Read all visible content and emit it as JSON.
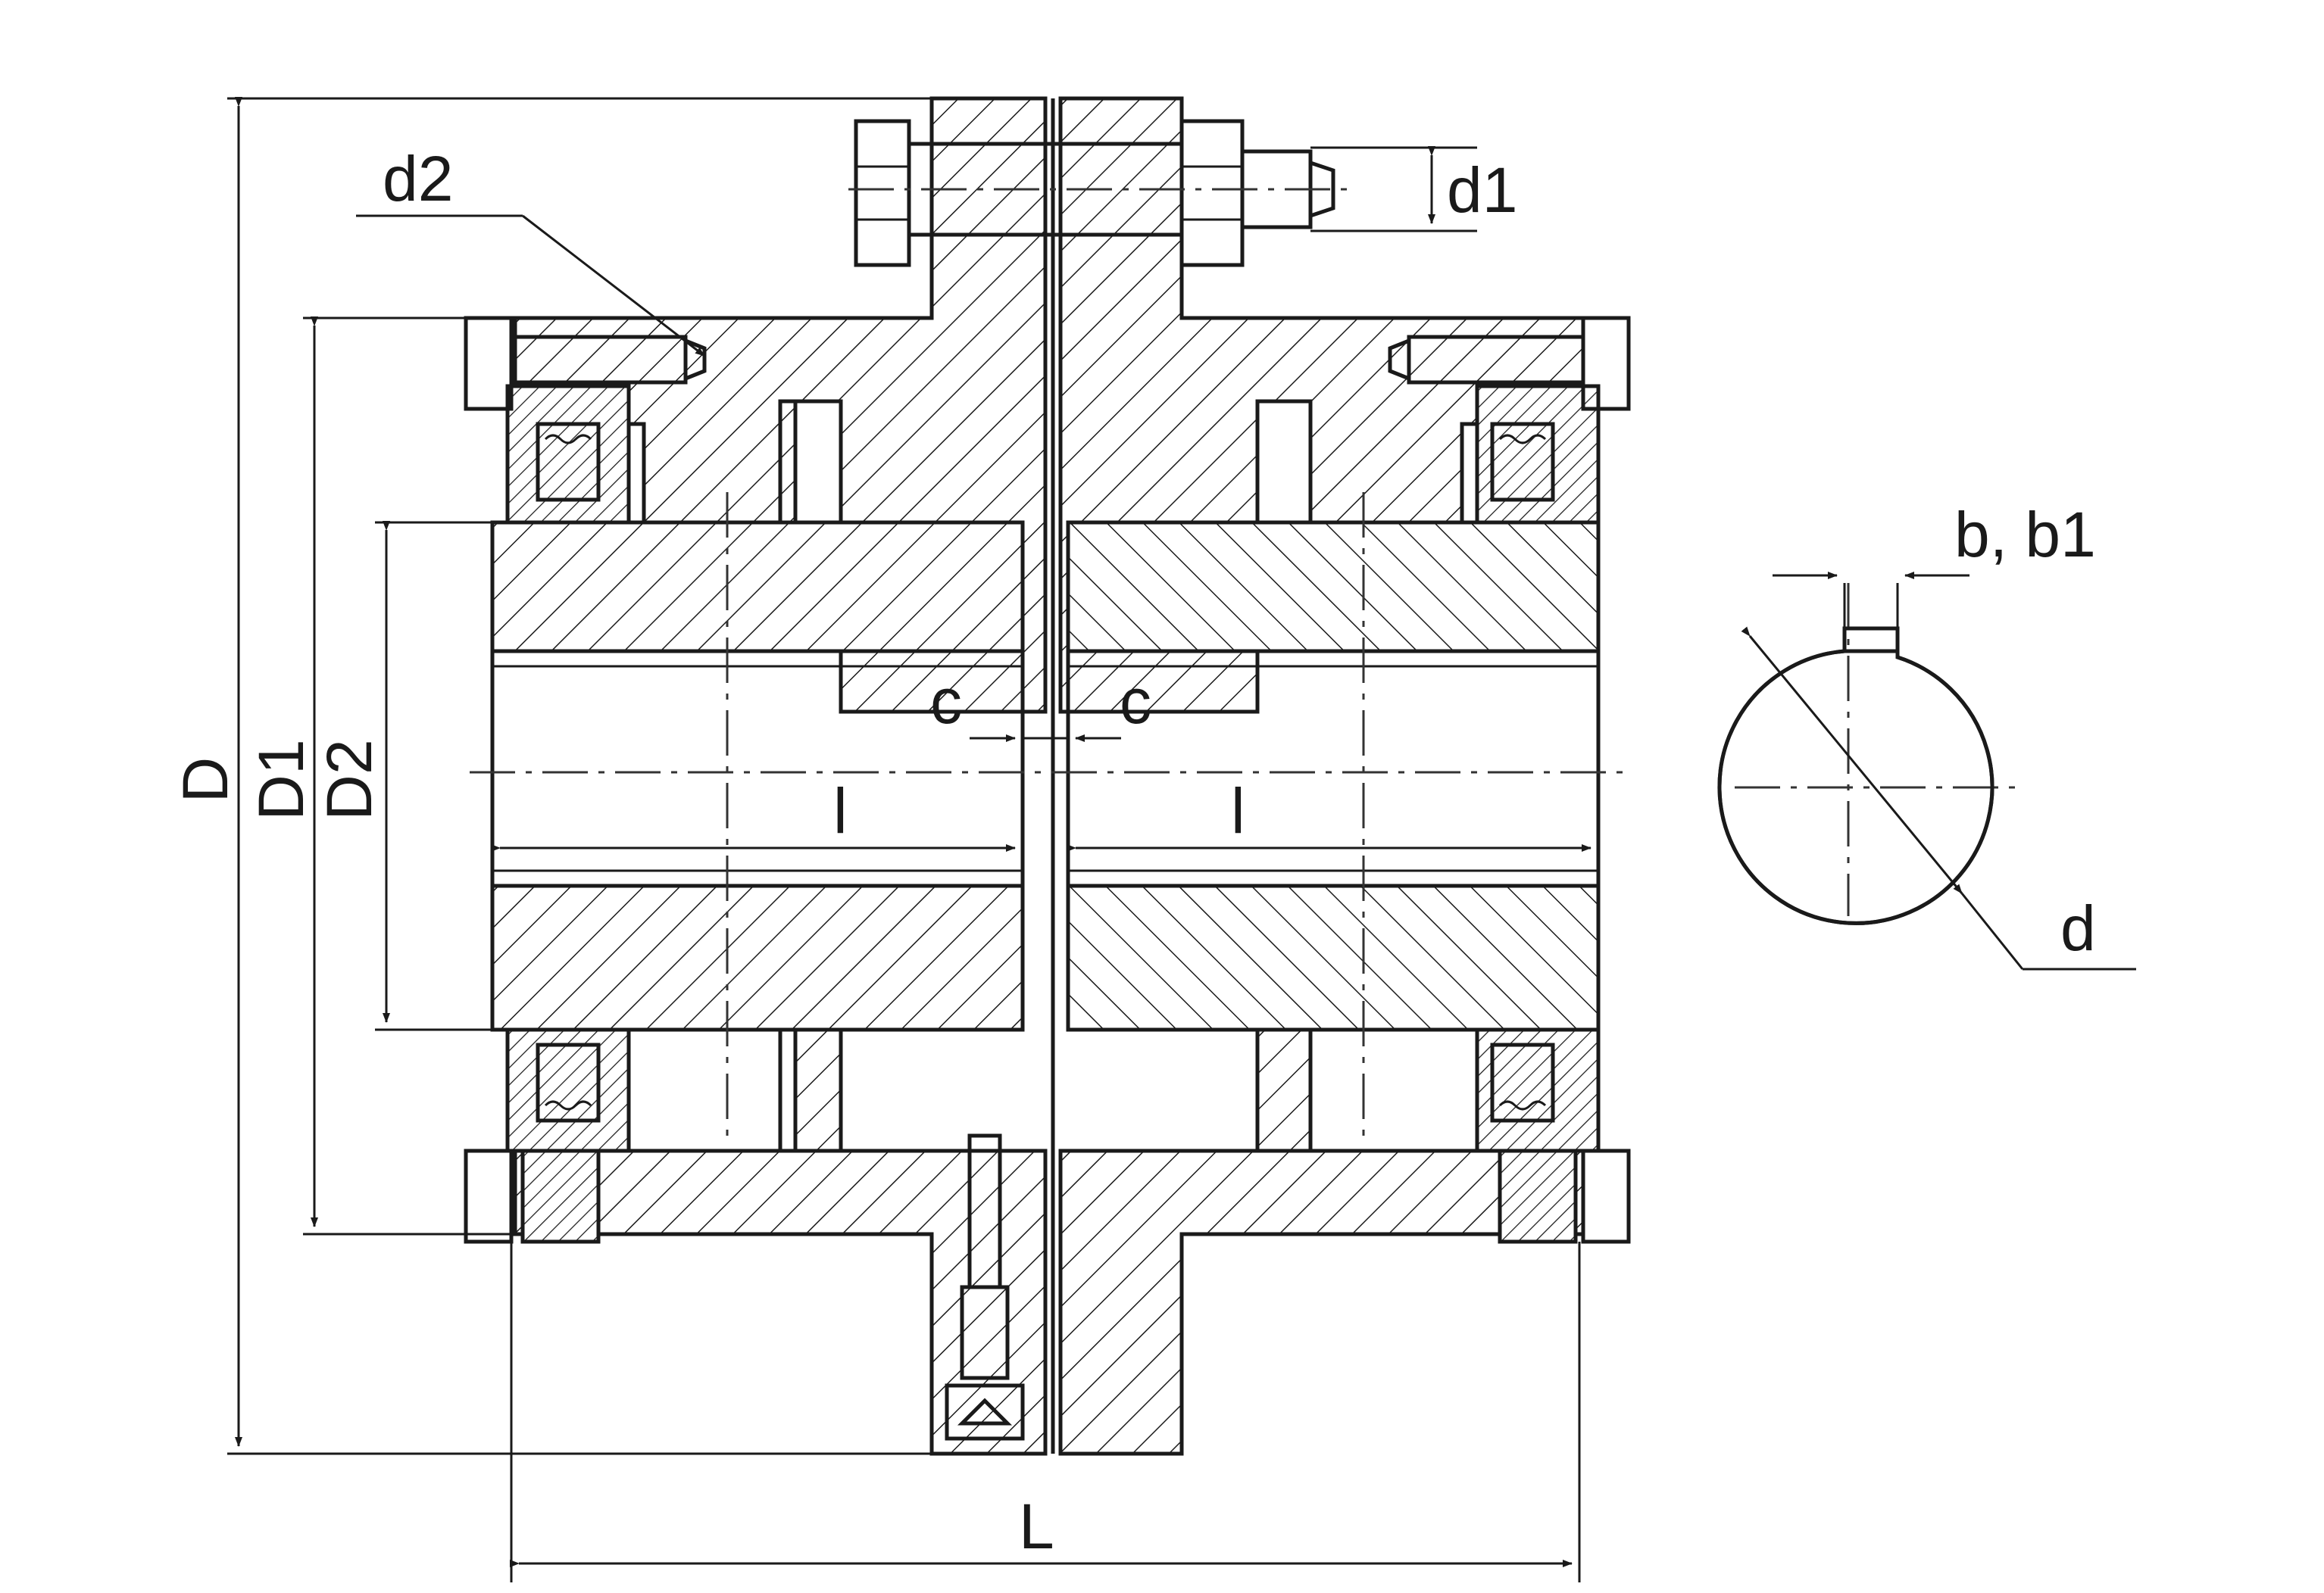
{
  "colors": {
    "line": "#1a1a1a",
    "background": "#ffffff"
  },
  "labels": {
    "D": "D",
    "D1": "D1",
    "D2": "D2",
    "d1": "d1",
    "d2": "d2",
    "c_left": "c",
    "c_right": "c",
    "l_left": "l",
    "l_right": "l",
    "L": "L",
    "b_b1": "b, b1",
    "d": "d"
  }
}
